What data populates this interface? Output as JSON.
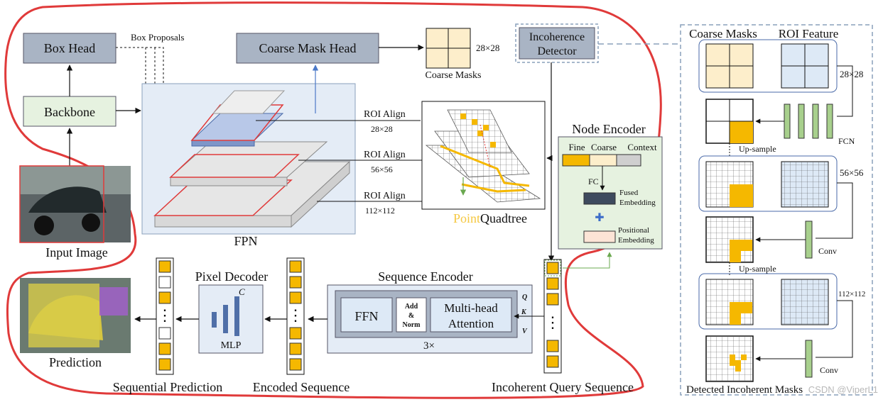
{
  "modules": {
    "box_head": "Box Head",
    "backbone": "Backbone",
    "coarse_mask_head": "Coarse Mask Head",
    "incoherence_detector_line1": "Incoherence",
    "incoherence_detector_line2": "Detector",
    "fpn": "FPN",
    "node_encoder": "Node Encoder",
    "sequence_encoder": "Sequence Encoder",
    "pixel_decoder": "Pixel Decoder",
    "ffn": "FFN",
    "add_norm_line1": "Add",
    "add_norm_line2": "&",
    "add_norm_line3": "Norm",
    "mha_line1": "Multi-head",
    "mha_line2": "Attention",
    "repeat": "3×",
    "mlp": "MLP",
    "mlp_c": "C"
  },
  "labels": {
    "box_proposals": "Box Proposals",
    "coarse_masks": "Coarse Masks",
    "size_28": "28×28",
    "roi_align": "ROI Align",
    "roi_28": "28×28",
    "roi_56": "56×56",
    "roi_112": "112×112",
    "point": "Point",
    "quadtree": " Quadtree",
    "input_image": "Input Image",
    "prediction": "Prediction",
    "sequential_prediction": "Sequential Prediction",
    "encoded_sequence": "Encoded Sequence",
    "incoherent_query_sequence": "Incoherent Query Sequence",
    "q": "Q",
    "k": "K",
    "v": "V",
    "dots": "⋮"
  },
  "node_encoder": {
    "fine": "Fine",
    "coarse": "Coarse",
    "context": "Context",
    "fc": "FC",
    "fused_line1": "Fused",
    "fused_line2": "Embedding",
    "positional_line1": "Positional",
    "positional_line2": "Embedding",
    "plus": "✚"
  },
  "right_panel": {
    "coarse_masks": "Coarse Masks",
    "roi_feature": "ROI Feature",
    "size_28": "28×28",
    "size_56": "56×56",
    "size_112": "112×112",
    "fcn": "FCN",
    "conv1": "Conv",
    "conv2": "Conv",
    "upsample1": "Up-sample",
    "upsample2": "Up-sample",
    "detected": "Detected Incoherent Masks"
  },
  "watermark": "CSDN @ViperL1",
  "colors": {
    "module_gray": "#a9b4c4",
    "backbone_green": "#e6f2e0",
    "fpn_blue": "#e4ecf6",
    "orange": "#f5b800",
    "cream": "#fdeecb",
    "light_blue": "#dde9f6",
    "green_bar": "#a8d08d",
    "red_outline": "#e03a3a",
    "dashed_blue": "#8aa0bc"
  }
}
